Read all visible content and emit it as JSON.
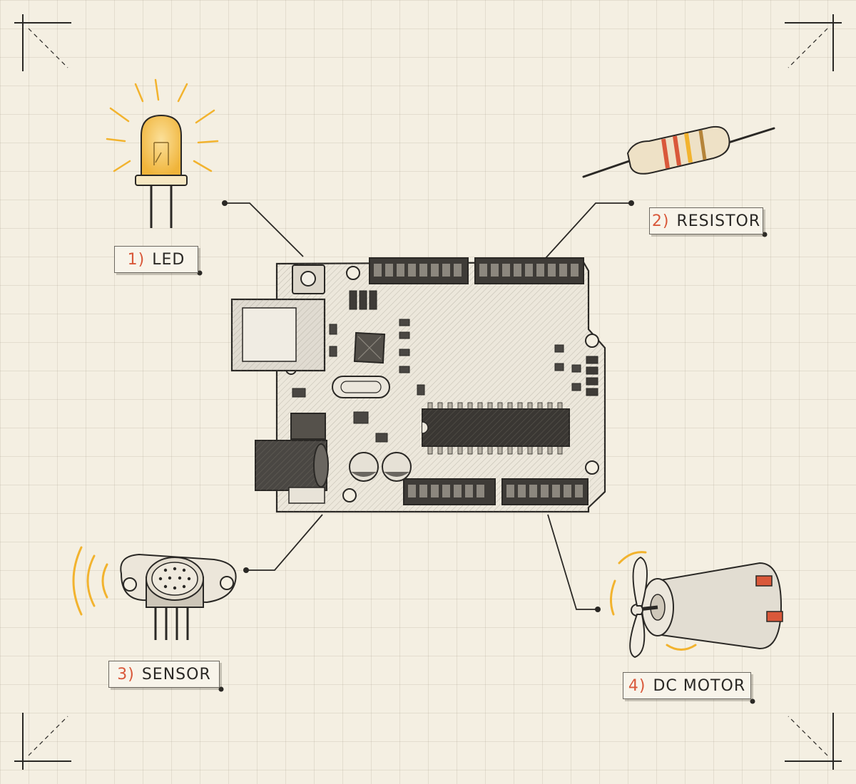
{
  "components": [
    {
      "id": "led",
      "number": "1)",
      "name": "LED"
    },
    {
      "id": "resistor",
      "number": "2)",
      "name": "RESISTOR"
    },
    {
      "id": "sensor",
      "number": "3)",
      "name": "SENSOR"
    },
    {
      "id": "motor",
      "number": "4)",
      "name": "DC MOTOR"
    }
  ],
  "colors": {
    "background": "#f4efe2",
    "ink": "#2a2825",
    "number_accent": "#d9583a",
    "led_glow": "#f2b32e",
    "resistor_band_red": "#d9583a",
    "resistor_band_yellow": "#f2b32e"
  }
}
